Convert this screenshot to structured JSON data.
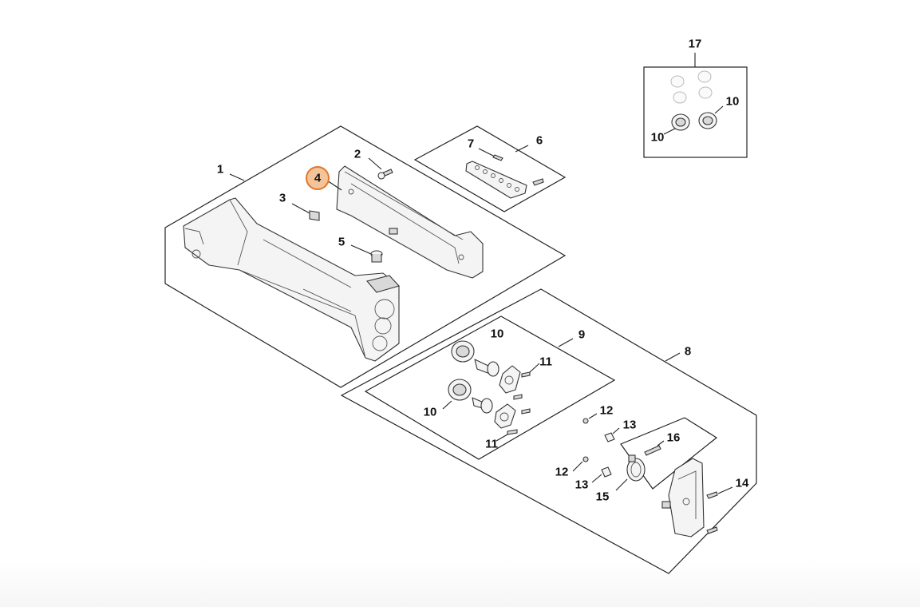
{
  "callouts": {
    "c1": "1",
    "c2": "2",
    "c3": "3",
    "c4": "4",
    "c5": "5",
    "c6": "6",
    "c7": "7",
    "c8": "8",
    "c9": "9",
    "c10a": "10",
    "c10b": "10",
    "c10c": "10",
    "c10d": "10",
    "c11a": "11",
    "c11b": "11",
    "c12a": "12",
    "c12b": "12",
    "c13a": "13",
    "c13b": "13",
    "c14": "14",
    "c15": "15",
    "c16": "16",
    "c17": "17"
  },
  "highlight": {
    "part": "4",
    "fill": "#f4c39a",
    "stroke": "#e0782c"
  }
}
